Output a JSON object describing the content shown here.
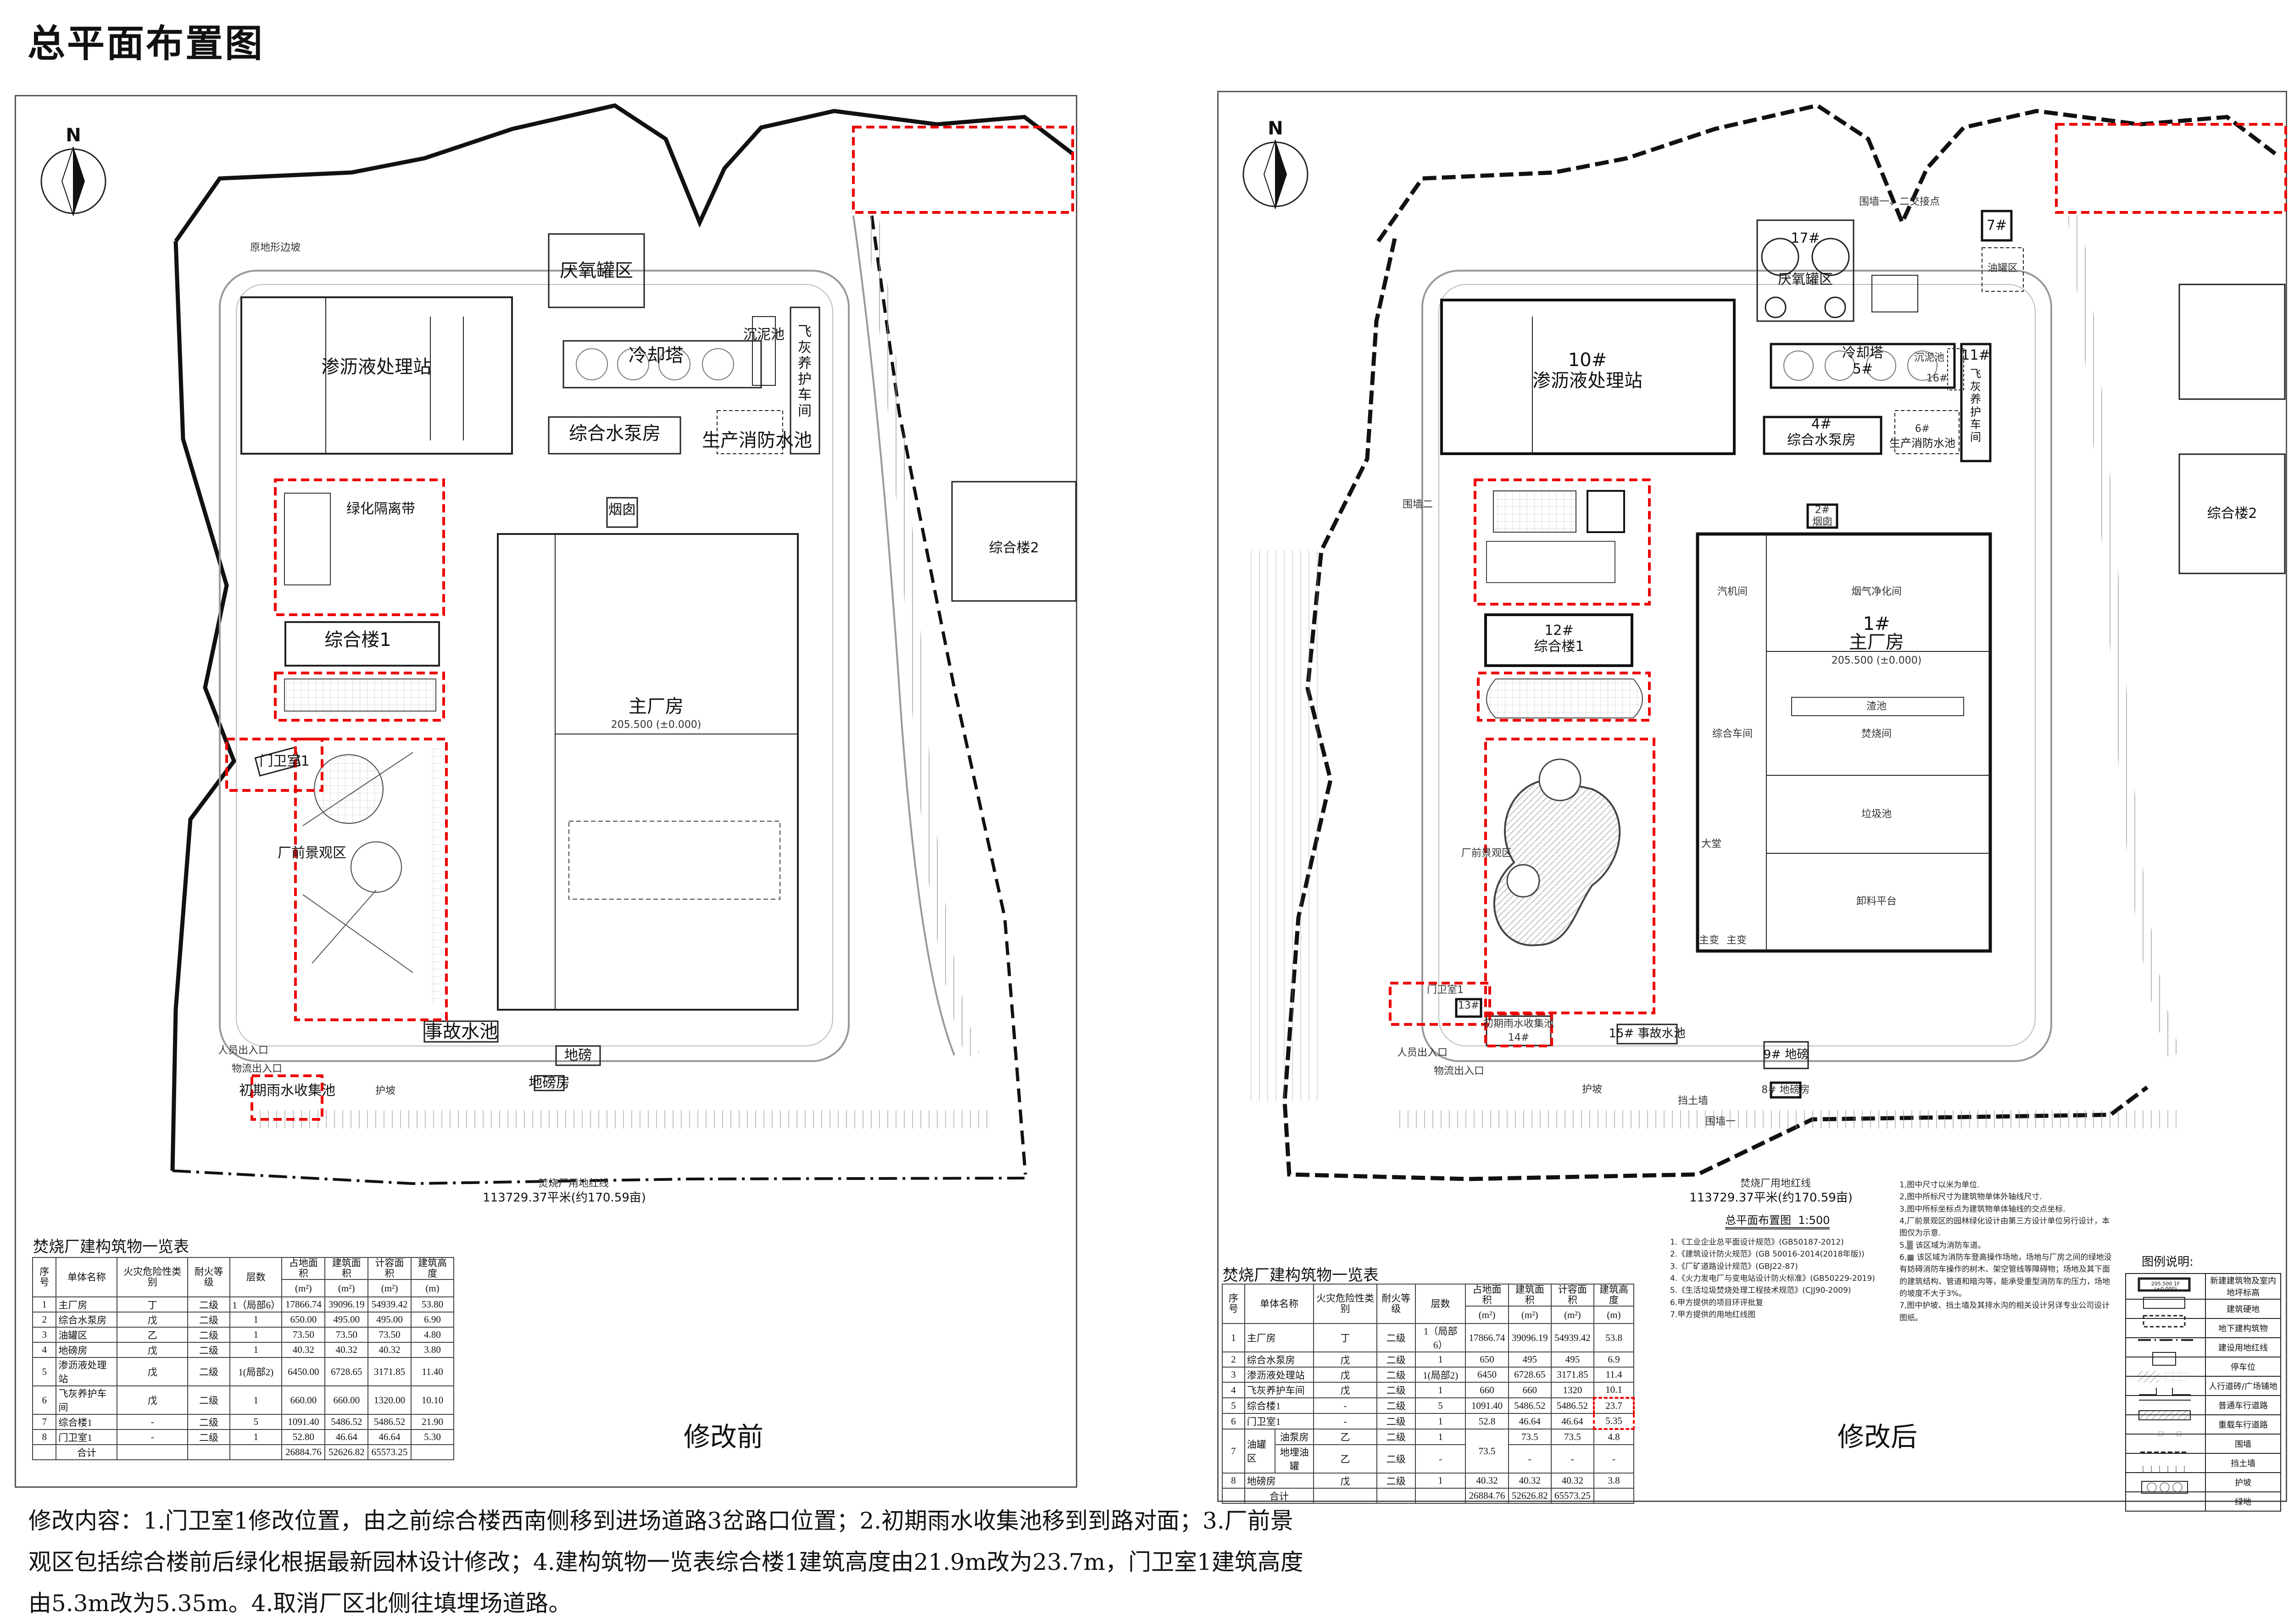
{
  "title": "总平面布置图",
  "before": {
    "state_label": "修改前",
    "area_text": "113729.37平米(约170.59亩)",
    "boundary_label": "焚烧厂用地红线",
    "plan_labels": {
      "leachate": "渗沥液处理站",
      "anaerobic": "厌氧罐区",
      "cooling": "冷却塔",
      "sludge": "沉泥池",
      "flyash": "飞灰养护车间",
      "pump": "综合水泵房",
      "firepool": "生产消防水池",
      "chimney": "烟囱",
      "main": "主厂房",
      "office1": "综合楼1",
      "office2": "综合楼2",
      "green": "绿化隔离带",
      "landscape": "厂前景观区",
      "gate": "门卫室1",
      "accident": "事故水池",
      "scale": "地磅",
      "scalehouse": "地磅房",
      "rainpool": "初期雨水收集池",
      "entrance": "人员出入口",
      "logistics": "物流出入口",
      "slope": "护坡",
      "orig_slope": "原地形边坡",
      "elev_main": "205.500 (±0.000)"
    },
    "table": {
      "title": "焚烧厂建构筑物一览表",
      "rows": [
        {
          "no": "1",
          "name": "主厂房",
          "fire": "丁",
          "grade": "二级",
          "floors": "1（局部6）",
          "footprint": "17866.74",
          "gross": "39096.19",
          "far": "54939.42",
          "height": "53.80"
        },
        {
          "no": "2",
          "name": "综合水泵房",
          "fire": "戊",
          "grade": "二级",
          "floors": "1",
          "footprint": "650.00",
          "gross": "495.00",
          "far": "495.00",
          "height": "6.90"
        },
        {
          "no": "3",
          "name": "油罐区",
          "fire": "乙",
          "grade": "二级",
          "floors": "1",
          "footprint": "73.50",
          "gross": "73.50",
          "far": "73.50",
          "height": "4.80"
        },
        {
          "no": "4",
          "name": "地磅房",
          "fire": "戊",
          "grade": "二级",
          "floors": "1",
          "footprint": "40.32",
          "gross": "40.32",
          "far": "40.32",
          "height": "3.80"
        },
        {
          "no": "5",
          "name": "渗沥液处理站",
          "fire": "戊",
          "grade": "二级",
          "floors": "1(局部2)",
          "footprint": "6450.00",
          "gross": "6728.65",
          "far": "3171.85",
          "height": "11.40"
        },
        {
          "no": "6",
          "name": "飞灰养护车间",
          "fire": "戊",
          "grade": "二级",
          "floors": "1",
          "footprint": "660.00",
          "gross": "660.00",
          "far": "1320.00",
          "height": "10.10"
        },
        {
          "no": "7",
          "name": "综合楼1",
          "fire": "-",
          "grade": "二级",
          "floors": "5",
          "footprint": "1091.40",
          "gross": "5486.52",
          "far": "5486.52",
          "height": "21.90"
        },
        {
          "no": "8",
          "name": "门卫室1",
          "fire": "-",
          "grade": "二级",
          "floors": "1",
          "footprint": "52.80",
          "gross": "46.64",
          "far": "46.64",
          "height": "5.30"
        }
      ],
      "total": {
        "label": "合计",
        "footprint": "26884.76",
        "gross": "52626.82",
        "far": "65573.25"
      }
    }
  },
  "after": {
    "state_label": "修改后",
    "area_text": "113729.37平米(约170.59亩)",
    "boundary_label": "焚烧厂用地红线",
    "drawing_title": "总平面布置图",
    "drawing_scale": "1:500",
    "plan_labels": {
      "leachate_no": "10#",
      "leachate": "渗沥液处理站",
      "anaerobic_no": "17#",
      "anaerobic": "厌氧罐区",
      "cooling_no": "5#",
      "cooling": "冷却塔",
      "sludge_no": "16#",
      "sludge": "沉泥池",
      "flyash_no": "11#",
      "flyash": "飞灰养护车间",
      "pump_no": "4#",
      "pump": "综合水泵房",
      "firepool_no": "6#",
      "firepool": "生产消防水池",
      "oil_no": "7#",
      "oil": "油罐区",
      "chimney_no": "2#",
      "chimney": "烟囱",
      "main_no": "1#",
      "main": "主厂房",
      "main_rooms": [
        "汽机间",
        "烟气净化间",
        "渣池",
        "焚烧间",
        "综合车间",
        "大堂",
        "垃圾池",
        "卸料平台",
        "主变",
        "主变"
      ],
      "office1_no": "12#",
      "office1": "综合楼1",
      "office2": "综合楼2",
      "landscape": "厂前景观区",
      "gate_no": "13#",
      "gate": "门卫室1",
      "accident": "15# 事故水池",
      "scale": "9# 地磅",
      "scalehouse": "8# 地磅房",
      "rainpool": "初期雨水收集池",
      "rainpool_no": "14#",
      "wall1": "围墙一",
      "wall2": "围墙二",
      "wall_junction": "围墙一、二交接点",
      "entrance": "人员出入口",
      "logistics": "物流出入口",
      "retaining": "挡土墙",
      "slope": "护坡",
      "elev_main": "205.500 (±0.000)"
    },
    "table": {
      "title": "焚烧厂建构筑物一览表",
      "rows": [
        {
          "no": "1",
          "name": "主厂房",
          "fire": "丁",
          "grade": "二级",
          "floors": "1（局部 6）",
          "footprint": "17866.74",
          "gross": "39096.19",
          "far": "54939.42",
          "height": "53.8"
        },
        {
          "no": "2",
          "name": "综合水泵房",
          "fire": "戊",
          "grade": "二级",
          "floors": "1",
          "footprint": "650",
          "gross": "495",
          "far": "495",
          "height": "6.9"
        },
        {
          "no": "3",
          "name": "渗沥液处理站",
          "fire": "戊",
          "grade": "二级",
          "floors": "1(局部2)",
          "footprint": "6450",
          "gross": "6728.65",
          "far": "3171.85",
          "height": "11.4"
        },
        {
          "no": "4",
          "name": "飞灰养护车间",
          "fire": "戊",
          "grade": "二级",
          "floors": "1",
          "footprint": "660",
          "gross": "660",
          "far": "1320",
          "height": "10.1"
        },
        {
          "no": "5",
          "name": "综合楼1",
          "fire": "-",
          "grade": "二级",
          "floors": "5",
          "footprint": "1091.40",
          "gross": "5486.52",
          "far": "5486.52",
          "height": "23.7"
        },
        {
          "no": "6",
          "name": "门卫室1",
          "fire": "-",
          "grade": "二级",
          "floors": "1",
          "footprint": "52.8",
          "gross": "46.64",
          "far": "46.64",
          "height": "5.35"
        },
        {
          "no": "7",
          "name": "油罐区",
          "footprint": "73.5",
          "parts": [
            {
              "part": "油泵房",
              "fire": "乙",
              "grade": "二级",
              "floors": "1",
              "gross": "73.5",
              "far": "73.5",
              "height": "4.8"
            },
            {
              "part": "地埋油罐",
              "fire": "乙",
              "grade": "二级",
              "floors": "-",
              "gross": "-",
              "far": "-",
              "height": "-"
            }
          ]
        },
        {
          "no": "8",
          "name": "地磅房",
          "fire": "戊",
          "grade": "二级",
          "floors": "1",
          "footprint": "40.32",
          "gross": "40.32",
          "far": "40.32",
          "height": "3.8"
        }
      ],
      "total": {
        "label": "合计",
        "footprint": "26884.76",
        "gross": "52626.82",
        "far": "65573.25"
      }
    }
  },
  "table_headers": {
    "no": "序号",
    "name": "单体名称",
    "fire": "火灾危险性类别",
    "grade": "耐火等级",
    "floors": "层数",
    "footprint": "占地面积",
    "gross": "建筑面积",
    "far": "计容面积",
    "height": "建筑高度",
    "unit_area": "(m²)",
    "unit_height": "(m)"
  },
  "north_label": "N",
  "design_basis": [
    "1.《工业企业总平面设计规范》(GB50187-2012)",
    "2.《建筑设计防火规范》(GB 50016-2014(2018年版))",
    "3.《厂矿道路设计规范》(GBJ22-87)",
    "4.《火力发电厂与变电站设计防火标准》(GB50229-2019)",
    "5.《生活垃圾焚烧处理工程技术规范》(CJJ90-2009)",
    "6.甲方提供的项目环评批复",
    "7.甲方提供的用地红线图"
  ],
  "notes": [
    "1,图中尺寸以米为单位.",
    "2,图中所标尺寸为建筑物单体外轴线尺寸.",
    "3,图中所标坐标点为建筑物单体轴线的交点坐标.",
    "4,厂前景观区的园林绿化设计由第三方设计单位另行设计，本图仅为示意.",
    "5,▒ 该区域为消防车道。",
    "6,▦ 该区域为消防车登高操作场地，场地与厂房之间的绿地没有妨碍消防车操作的树木、架空管线等障碍物；场地及其下面的建筑结构、管道和暗沟等，能承受重型消防车的压力，场地的坡度不大于3%。",
    "7,图中护坡、挡土墙及其排水沟的相关设计另详专业公司设计图纸。"
  ],
  "legend": {
    "title": "图例说明:",
    "sample_elev": "205.500 1F",
    "sample_zero": "(±0.000)",
    "items": [
      "新建建筑物及室内地坪标高",
      "建筑硬地",
      "地下建构筑物",
      "建设用地红线",
      "停车位",
      "人行道砖/广场铺地",
      "普通车行道路",
      "重载车行道路",
      "围墙",
      "挡土墙",
      "护坡",
      "绿地"
    ]
  },
  "modification": "修改内容：1.门卫室1修改位置，由之前综合楼西南侧移到进场道路3岔路口位置；2.初期雨水收集池移到到路对面；3.厂前景观区包括综合楼前后绿化根据最新园林设计修改；4.建构筑物一览表综合楼1建筑高度由21.9m改为23.7m，门卫室1建筑高度由5.3m改为5.35m。4.取消厂区北侧往填埋场道路。",
  "colors": {
    "highlight": "#e00000",
    "line": "#222222",
    "road": "#9a9a9a"
  }
}
